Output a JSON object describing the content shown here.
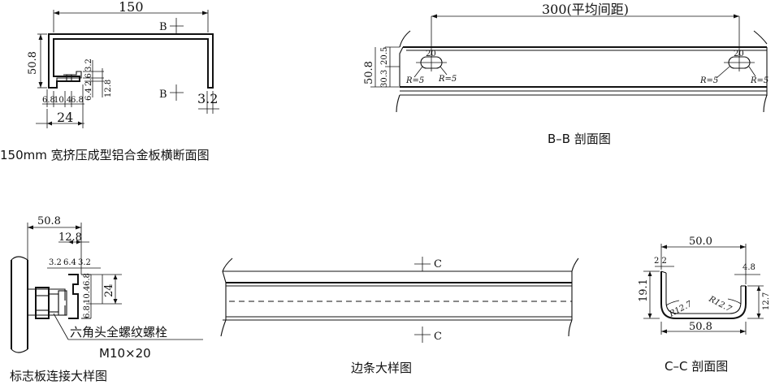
{
  "cross_section": {
    "dim_width": "150",
    "dim_height": "50.8",
    "dim_lip_stack": [
      "3.2",
      "2.6",
      "6.4"
    ],
    "dim_12_8": "12.8",
    "dim_bottom_stack": [
      "6.8",
      "10.4",
      "6.8"
    ],
    "dim_24": "24",
    "dim_3_2": "3.2",
    "mark_b_top": "B",
    "mark_b_bottom": "B",
    "caption": "150mm 宽挤压成型铝合金板横断面图"
  },
  "section_bb": {
    "dim_spacing": "300(平均间距)",
    "dim_20_left": "20",
    "dim_20_right": "20",
    "r_left_a": "R=5",
    "r_left_b": "R=5",
    "r_right_a": "R=5",
    "r_right_b": "R=5",
    "dim_508": "50.8",
    "dim_303": "30.3",
    "dim_205": "20.5",
    "caption": "B–B 剖面图"
  },
  "connection": {
    "dim_508": "50.8",
    "dim_128": "12.8",
    "dim_top_stack": [
      "3.2",
      "6.4",
      "3.2"
    ],
    "dim_side_stack": [
      "6.8",
      "10.4",
      "6.8"
    ],
    "dim_24": "24",
    "bolt_label": "六角头全螺纹螺栓",
    "bolt_spec": "M10×20",
    "caption": "标志板连接大样图"
  },
  "edge_strip": {
    "mark_c_top": "C",
    "mark_c_bottom": "C",
    "caption": "边条大样图"
  },
  "section_cc": {
    "dim_top": "50.0",
    "dim_bottom": "50.8",
    "dim_left_height": "19.1",
    "dim_right_height": "12.7",
    "dim_2_2": "2 2",
    "dim_4_8": "4.8",
    "r_left": "R12.7",
    "r_right": "R12.7",
    "caption": "C–C 剖面图"
  }
}
